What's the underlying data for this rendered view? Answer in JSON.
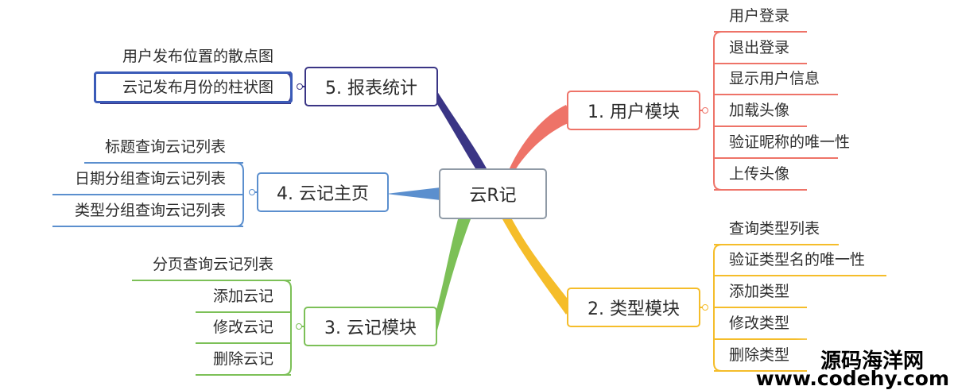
{
  "center": {
    "label": "云R记",
    "color": "#8f9aa6"
  },
  "branches": [
    {
      "id": "users",
      "label": "1. 用户模块",
      "color": "#ee7368",
      "items": [
        "用户登录",
        "退出登录",
        "显示用户信息",
        "加载头像",
        "验证昵称的唯一性",
        "上传头像"
      ]
    },
    {
      "id": "types",
      "label": "2. 类型模块",
      "color": "#f5bd2a",
      "items": [
        "查询类型列表",
        "验证类型名的唯一性",
        "添加类型",
        "修改类型",
        "删除类型"
      ]
    },
    {
      "id": "notes",
      "label": "3. 云记模块",
      "color": "#7cc057",
      "items": [
        "分页查询云记列表",
        "添加云记",
        "修改云记",
        "删除云记"
      ]
    },
    {
      "id": "home",
      "label": "4. 云记主页",
      "color": "#5b8fce",
      "items": [
        "标题查询云记列表",
        "日期分组查询云记列表",
        "类型分组查询云记列表"
      ]
    },
    {
      "id": "stats",
      "label": "5. 报表统计",
      "color": "#3a3585",
      "items": [
        "用户发布位置的散点图",
        "云记发布月份的柱状图"
      ],
      "highlighted_item": 1
    }
  ],
  "watermark": {
    "title": "源码海洋网",
    "url": "www.codehy.com"
  }
}
